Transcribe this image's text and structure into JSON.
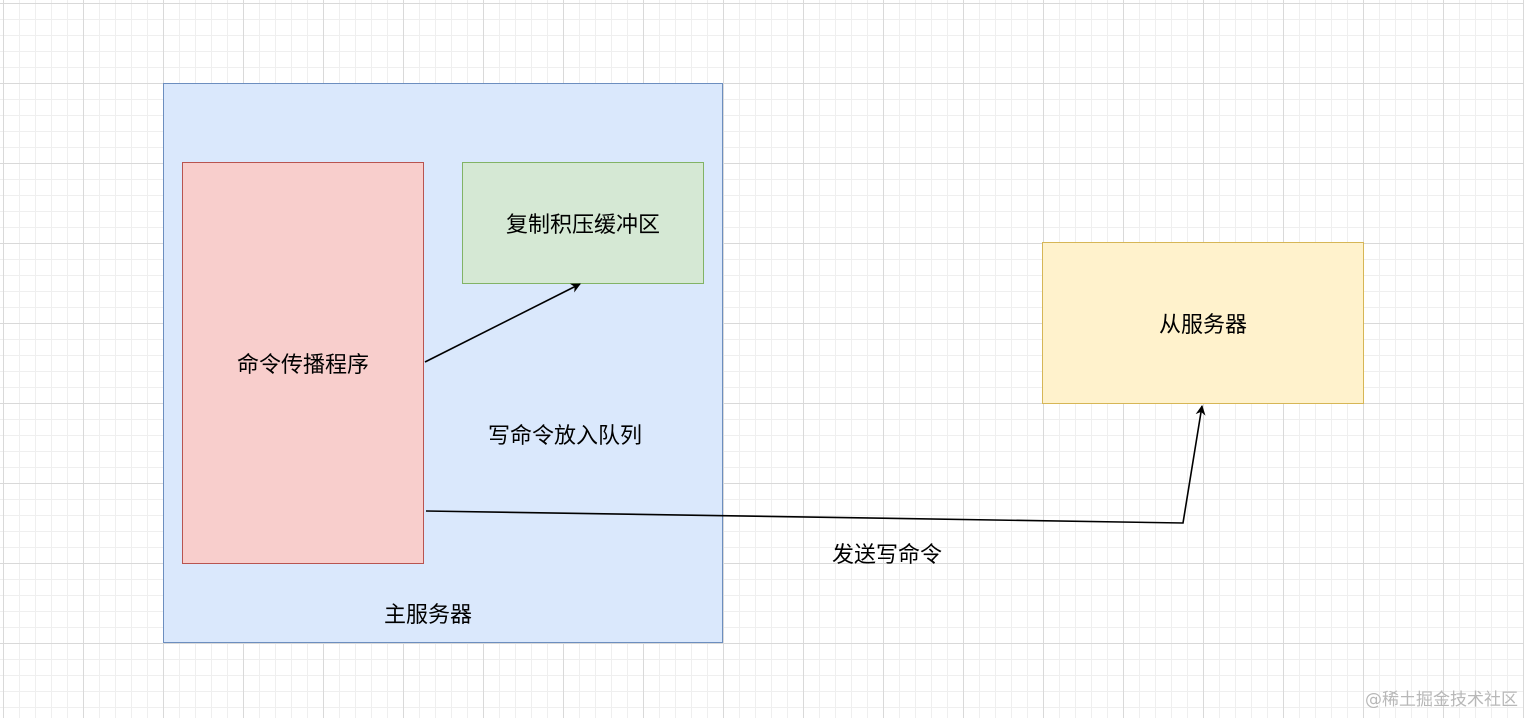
{
  "diagram": {
    "main_server": {
      "label": "主服务器",
      "fill": "#dae8fc",
      "stroke": "#6c8ebf"
    },
    "propagator": {
      "label": "命令传播程序",
      "fill": "#f8cecc",
      "stroke": "#b85450"
    },
    "backlog": {
      "label": "复制积压缓冲区",
      "fill": "#d5e8d4",
      "stroke": "#82b366"
    },
    "slave": {
      "label": "从服务器",
      "fill": "#fff2cc",
      "stroke": "#d6b656"
    },
    "edges": {
      "enqueue": {
        "label": "写命令放入队列"
      },
      "send": {
        "label": "发送写命令"
      }
    }
  },
  "watermark": "@稀土掘金技术社区"
}
